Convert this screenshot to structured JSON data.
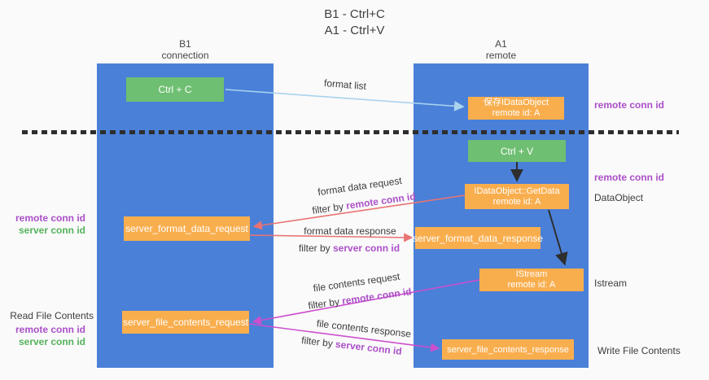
{
  "colors": {
    "background": "#fafafa",
    "lifeline_blue": "#4a80d8",
    "box_green": "#6fbf72",
    "box_orange": "#f9ae4e",
    "arrow_red": "#e97373",
    "arrow_magenta": "#cc4fce",
    "arrow_blue": "#a9d3ee",
    "arrow_black": "#2e2e2e",
    "text_purple": "#ab4fc8",
    "text_green": "#55b25c",
    "text_dark": "#3c3c3c"
  },
  "title": {
    "line1": "B1 - Ctrl+C",
    "line2": "A1 - Ctrl+V"
  },
  "lanes": {
    "left": {
      "name": "B1",
      "role": "connection"
    },
    "right": {
      "name": "A1",
      "role": "remote"
    }
  },
  "nodes": {
    "ctrl_c": {
      "label": "Ctrl + C"
    },
    "ctrl_v": {
      "label": "Ctrl + V"
    },
    "save_dataobject": {
      "line1": "保存IDataObject",
      "line2": "remote id: A"
    },
    "getdata": {
      "line1": "IDataObject::GetData",
      "line2": "remote id: A"
    },
    "istream": {
      "line1": "IStream",
      "line2": "remote id: A"
    },
    "server_format_data_request": {
      "label": "server_format_data_request"
    },
    "server_format_data_response": {
      "label": "server_format_data_response"
    },
    "server_file_contents_request": {
      "label": "server_file_contents_request"
    },
    "server_file_contents_response": {
      "label": "server_file_contents_response"
    }
  },
  "arrow_labels": {
    "format_list": "format list",
    "format_data_request": "format data request",
    "format_data_response": "format data response",
    "file_contents_request": "file contents request",
    "file_contents_response": "file contents response",
    "filter_by": "filter by",
    "remote_conn_id": "remote conn id",
    "server_conn_id": "server conn id"
  },
  "annotations": {
    "right_remote_conn_id_top": "remote conn id",
    "right_remote_conn_id_mid": "remote conn id",
    "dataobject": "DataObject",
    "istream": "Istream",
    "write_file_contents": "Write File Contents",
    "read_file_contents": "Read File Contents",
    "left_remote_conn_id_1": "remote conn id",
    "left_server_conn_id_1": "server conn id",
    "left_remote_conn_id_2": "remote conn id",
    "left_server_conn_id_2": "server conn id"
  }
}
